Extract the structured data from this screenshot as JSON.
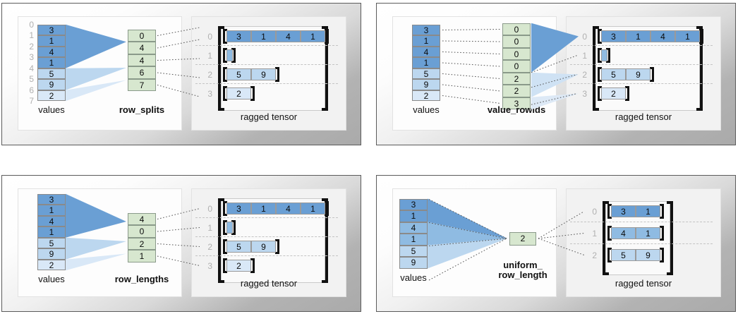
{
  "colors": {
    "blue_dark": "#6a9fd4",
    "blue_mid": "#8fbbe2",
    "blue_light": "#bcd7ef",
    "blue_lightest": "#d9e8f7",
    "green": "#d7e7cf",
    "panel_border": "#5b5b5b",
    "index_label": "#b0b0b0",
    "bracket": "#111111",
    "row_separator": "#c4c4c4"
  },
  "panels": [
    {
      "id": "row-splits",
      "values_caption": "values",
      "partition_caption": "row_splits",
      "tensor_caption": "ragged tensor",
      "values": [
        3,
        1,
        4,
        1,
        5,
        9,
        2
      ],
      "value_shades": [
        0,
        0,
        0,
        0,
        2,
        2,
        3
      ],
      "values_index_labels": [
        "0",
        "1",
        "2",
        "3",
        "4",
        "5",
        "6",
        "7"
      ],
      "values_index_at_boundaries": true,
      "partition_values": [
        0,
        4,
        4,
        6,
        7
      ],
      "partition_index_labels": [],
      "tensor_row_labels": [
        "0",
        "1",
        "2",
        "3"
      ],
      "tensor_rows": [
        [
          3,
          1,
          4,
          1
        ],
        [],
        [
          5,
          9
        ],
        [
          2
        ]
      ],
      "tensor_row_shades": [
        0,
        1,
        2,
        3
      ]
    },
    {
      "id": "value-rowids",
      "values_caption": "values",
      "partition_caption": "value_rowids",
      "tensor_caption": "ragged tensor",
      "values": [
        3,
        1,
        4,
        1,
        5,
        9,
        2
      ],
      "value_shades": [
        0,
        0,
        0,
        0,
        2,
        2,
        3
      ],
      "values_index_labels": [],
      "values_index_at_boundaries": false,
      "partition_values": [
        0,
        0,
        0,
        0,
        2,
        2,
        3
      ],
      "partition_index_labels": [],
      "tensor_row_labels": [
        "0",
        "1",
        "2",
        "3"
      ],
      "tensor_rows": [
        [
          3,
          1,
          4,
          1
        ],
        [],
        [
          5,
          9
        ],
        [
          2
        ]
      ],
      "tensor_row_shades": [
        0,
        1,
        2,
        3
      ]
    },
    {
      "id": "row-lengths",
      "values_caption": "values",
      "partition_caption": "row_lengths",
      "tensor_caption": "ragged tensor",
      "values": [
        3,
        1,
        4,
        1,
        5,
        9,
        2
      ],
      "value_shades": [
        0,
        0,
        0,
        0,
        2,
        2,
        3
      ],
      "values_index_labels": [],
      "values_index_at_boundaries": false,
      "partition_values": [
        4,
        0,
        2,
        1
      ],
      "partition_index_labels": [],
      "tensor_row_labels": [
        "0",
        "1",
        "2",
        "3"
      ],
      "tensor_rows": [
        [
          3,
          1,
          4,
          1
        ],
        [],
        [
          5,
          9
        ],
        [
          2
        ]
      ],
      "tensor_row_shades": [
        0,
        1,
        2,
        3
      ]
    },
    {
      "id": "uniform-row-length",
      "values_caption": "values",
      "partition_caption": "uniform_\nrow_length",
      "tensor_caption": "ragged tensor",
      "values": [
        3,
        1,
        4,
        1,
        5,
        9
      ],
      "value_shades": [
        0,
        0,
        1,
        1,
        2,
        2
      ],
      "values_index_labels": [],
      "values_index_at_boundaries": false,
      "partition_values": [
        2
      ],
      "partition_index_labels": [],
      "tensor_row_labels": [
        "0",
        "1",
        "2"
      ],
      "tensor_rows": [
        [
          3,
          1
        ],
        [
          4,
          1
        ],
        [
          5,
          9
        ]
      ],
      "tensor_row_shades": [
        0,
        1,
        2
      ]
    }
  ]
}
